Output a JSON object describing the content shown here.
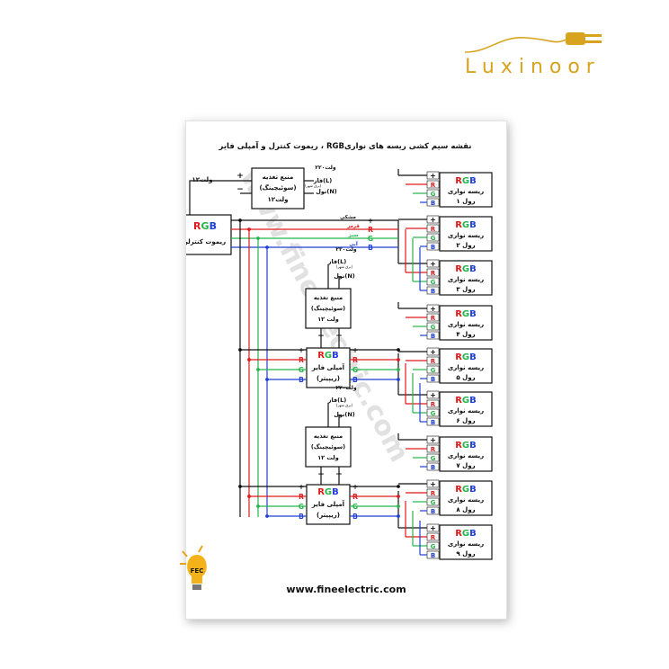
{
  "logo": {
    "brand": "LUXINOOR",
    "brand_display": "Luxinoor"
  },
  "title": "نقشه سیم کشی ریسه های نواریRGB ، ریموت کنترل و آمپلی فایر",
  "watermark": "www.fineelectric.com",
  "footer_url": "www.fineelectric.com",
  "fec_logo": "FEC",
  "colors": {
    "red": "#e0191b",
    "green": "#25b34a",
    "blue": "#1f3fd6",
    "gold": "#d8a31e"
  },
  "controller": {
    "rgb": "RGB",
    "name": "ریموت کنترلر"
  },
  "channels": [
    "R",
    "G",
    "B"
  ],
  "rgb_letters": [
    "R",
    "G",
    "B"
  ],
  "power_supply": {
    "line1": "منبع تغذیه",
    "line2": "(سوئیچینگ)",
    "line3": "۱۲ولت",
    "line3_b": "۱۲ ولت"
  },
  "mains": {
    "v220": "۲۲۰ولت",
    "phase": "فاز(L)",
    "phase_note": "(برق شهر)",
    "neutral": "نول(N)"
  },
  "v12": "۱۲ولت",
  "plus": "+",
  "minus": "−",
  "wire_labels": {
    "black": "مشکی",
    "red": "قرمز",
    "green": "سبز",
    "blue": "آبی"
  },
  "amplifier": {
    "rgb": "RGB",
    "name": "آمپلی فایر",
    "sub": "(ریپیتر)"
  },
  "strip": {
    "rgb": "RGB",
    "line1": "ریسه نواری",
    "roll": "رول"
  },
  "rolls": [
    "۱",
    "۲",
    "۳",
    "۴",
    "۵",
    "۶",
    "۷",
    "۸",
    "۹"
  ]
}
